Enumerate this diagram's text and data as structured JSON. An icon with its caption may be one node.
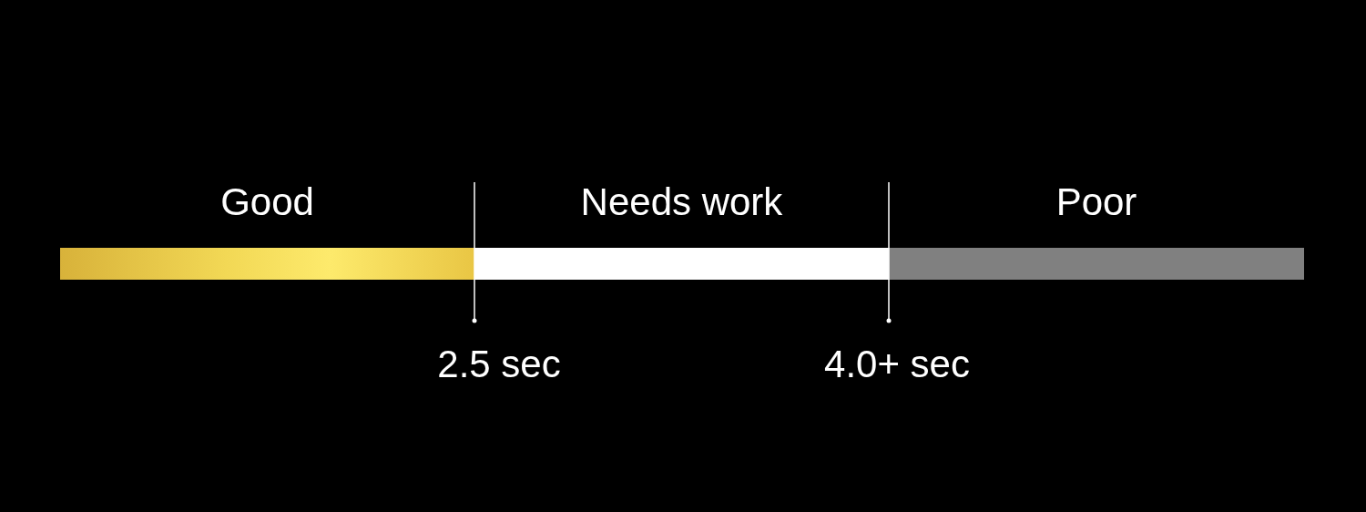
{
  "diagram": {
    "nodes": [
      {
        "text": [
          "Good"
        ]
      },
      {
        "text": [
          "Needs work"
        ]
      },
      {
        "text": [
          "Poor"
        ]
      }
    ],
    "labels": [
      "2.5 sec",
      "4.0+ sec"
    ]
  }
}
